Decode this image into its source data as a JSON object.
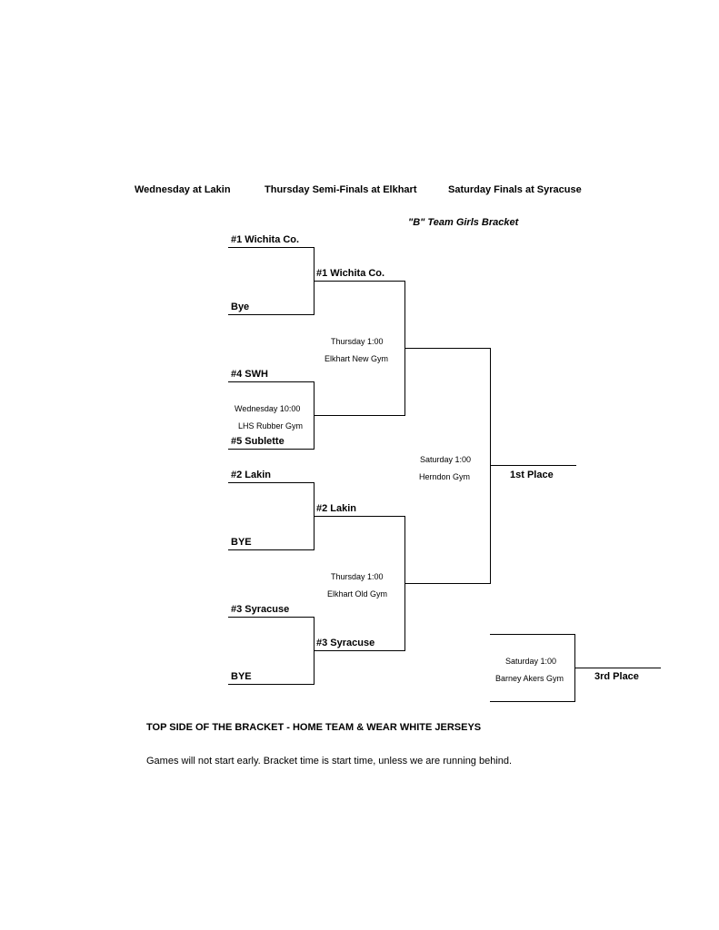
{
  "headers": {
    "day1": "Wednesday at Lakin",
    "day2": "Thursday Semi-Finals at Elkhart",
    "day3": "Saturday Finals at Syracuse"
  },
  "title": "\"B\" Team Girls Bracket",
  "round1": {
    "team1": "#1 Wichita Co.",
    "team2": "Bye",
    "team3": "#4 SWH",
    "team4": "#5 Sublette",
    "team5": "#2 Lakin",
    "team6": "BYE",
    "team7": "#3 Syracuse",
    "team8": "BYE",
    "game_time": "Wednesday 10:00",
    "game_venue": "LHS Rubber Gym"
  },
  "semis": {
    "top_team1": "#1 Wichita Co.",
    "top_time": "Thursday 1:00",
    "top_venue": "Elkhart New Gym",
    "bottom_team1": "#2 Lakin",
    "bottom_team2": "#3 Syracuse",
    "bottom_time": "Thursday 1:00",
    "bottom_venue": "Elkhart Old Gym"
  },
  "finals": {
    "time": "Saturday 1:00",
    "venue": "Herndon Gym",
    "label": "1st Place"
  },
  "third": {
    "time": "Saturday 1:00",
    "venue": "Barney Akers Gym",
    "label": "3rd Place"
  },
  "notes": {
    "line1": "TOP SIDE OF THE BRACKET - HOME TEAM & WEAR WHITE JERSEYS",
    "line2": "Games will not start early. Bracket time is start time, unless we are running behind."
  }
}
